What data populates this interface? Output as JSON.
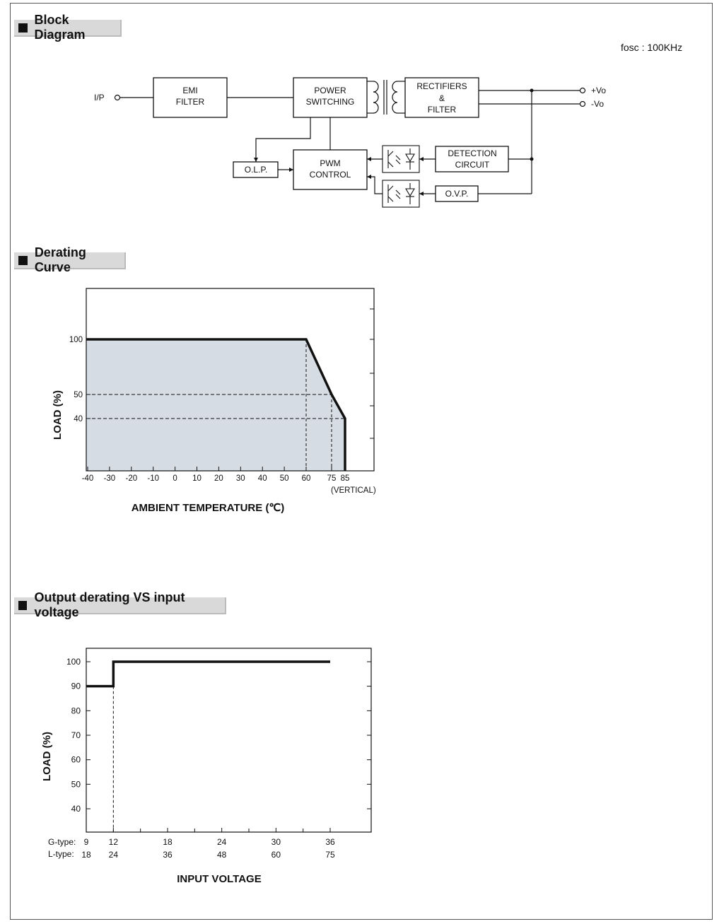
{
  "sections": {
    "block_diagram": "Block Diagram",
    "derating_curve": "Derating Curve",
    "output_derating": "Output derating VS input voltage"
  },
  "block_diagram": {
    "fosc": "fosc : 100KHz",
    "ip": "I/P",
    "emi": [
      "EMI",
      "FILTER"
    ],
    "power": [
      "POWER",
      "SWITCHING"
    ],
    "rect": [
      "RECTIFIERS",
      "&",
      "FILTER"
    ],
    "pwm": [
      "PWM",
      "CONTROL"
    ],
    "olp": "O.L.P.",
    "detect": [
      "DETECTION",
      "CIRCUIT"
    ],
    "ovp": "O.V.P.",
    "vo_plus": "+Vo",
    "vo_minus": "-Vo"
  },
  "chart_data": [
    {
      "type": "area",
      "title": "Derating Curve",
      "xlabel": "AMBIENT TEMPERATURE (℃)",
      "ylabel": "LOAD (%)",
      "x_ticks": [
        "-40",
        "-30",
        "-20",
        "-10",
        "0",
        "10",
        "20",
        "30",
        "40",
        "50",
        "60",
        "75",
        "85"
      ],
      "x_tick_values": [
        -40,
        -30,
        -20,
        -10,
        0,
        10,
        20,
        30,
        40,
        50,
        60,
        75,
        85
      ],
      "y_ticks": [
        "100",
        "50",
        "40"
      ],
      "y_tick_values": [
        100,
        50,
        40
      ],
      "x_note": "(VERTICAL)",
      "series": [
        {
          "x": [
            -40,
            60,
            75,
            85,
            85
          ],
          "y": [
            100,
            100,
            50,
            40,
            0
          ]
        }
      ],
      "guides": [
        {
          "x": 60,
          "y": 100
        },
        {
          "x": 75,
          "y": 50
        },
        {
          "x": 85,
          "y": 40
        }
      ],
      "fill_color": "#d5dce3"
    },
    {
      "type": "line",
      "title": "Output derating VS input voltage",
      "xlabel": "INPUT VOLTAGE",
      "ylabel": "LOAD (%)",
      "row_labels": [
        "G-type:",
        "L-type:"
      ],
      "g_ticks": [
        "9",
        "12",
        "18",
        "24",
        "30",
        "36"
      ],
      "l_ticks": [
        "18",
        "24",
        "36",
        "48",
        "60",
        "75"
      ],
      "g_tick_values": [
        9,
        12,
        18,
        24,
        30,
        36
      ],
      "y_ticks": [
        "100",
        "90",
        "80",
        "70",
        "60",
        "50",
        "40"
      ],
      "y_tick_values": [
        100,
        90,
        80,
        70,
        60,
        50,
        40
      ],
      "series": [
        {
          "x": [
            9,
            12,
            12,
            36
          ],
          "y": [
            90,
            90,
            100,
            100
          ]
        }
      ],
      "guide_x": 12
    }
  ]
}
